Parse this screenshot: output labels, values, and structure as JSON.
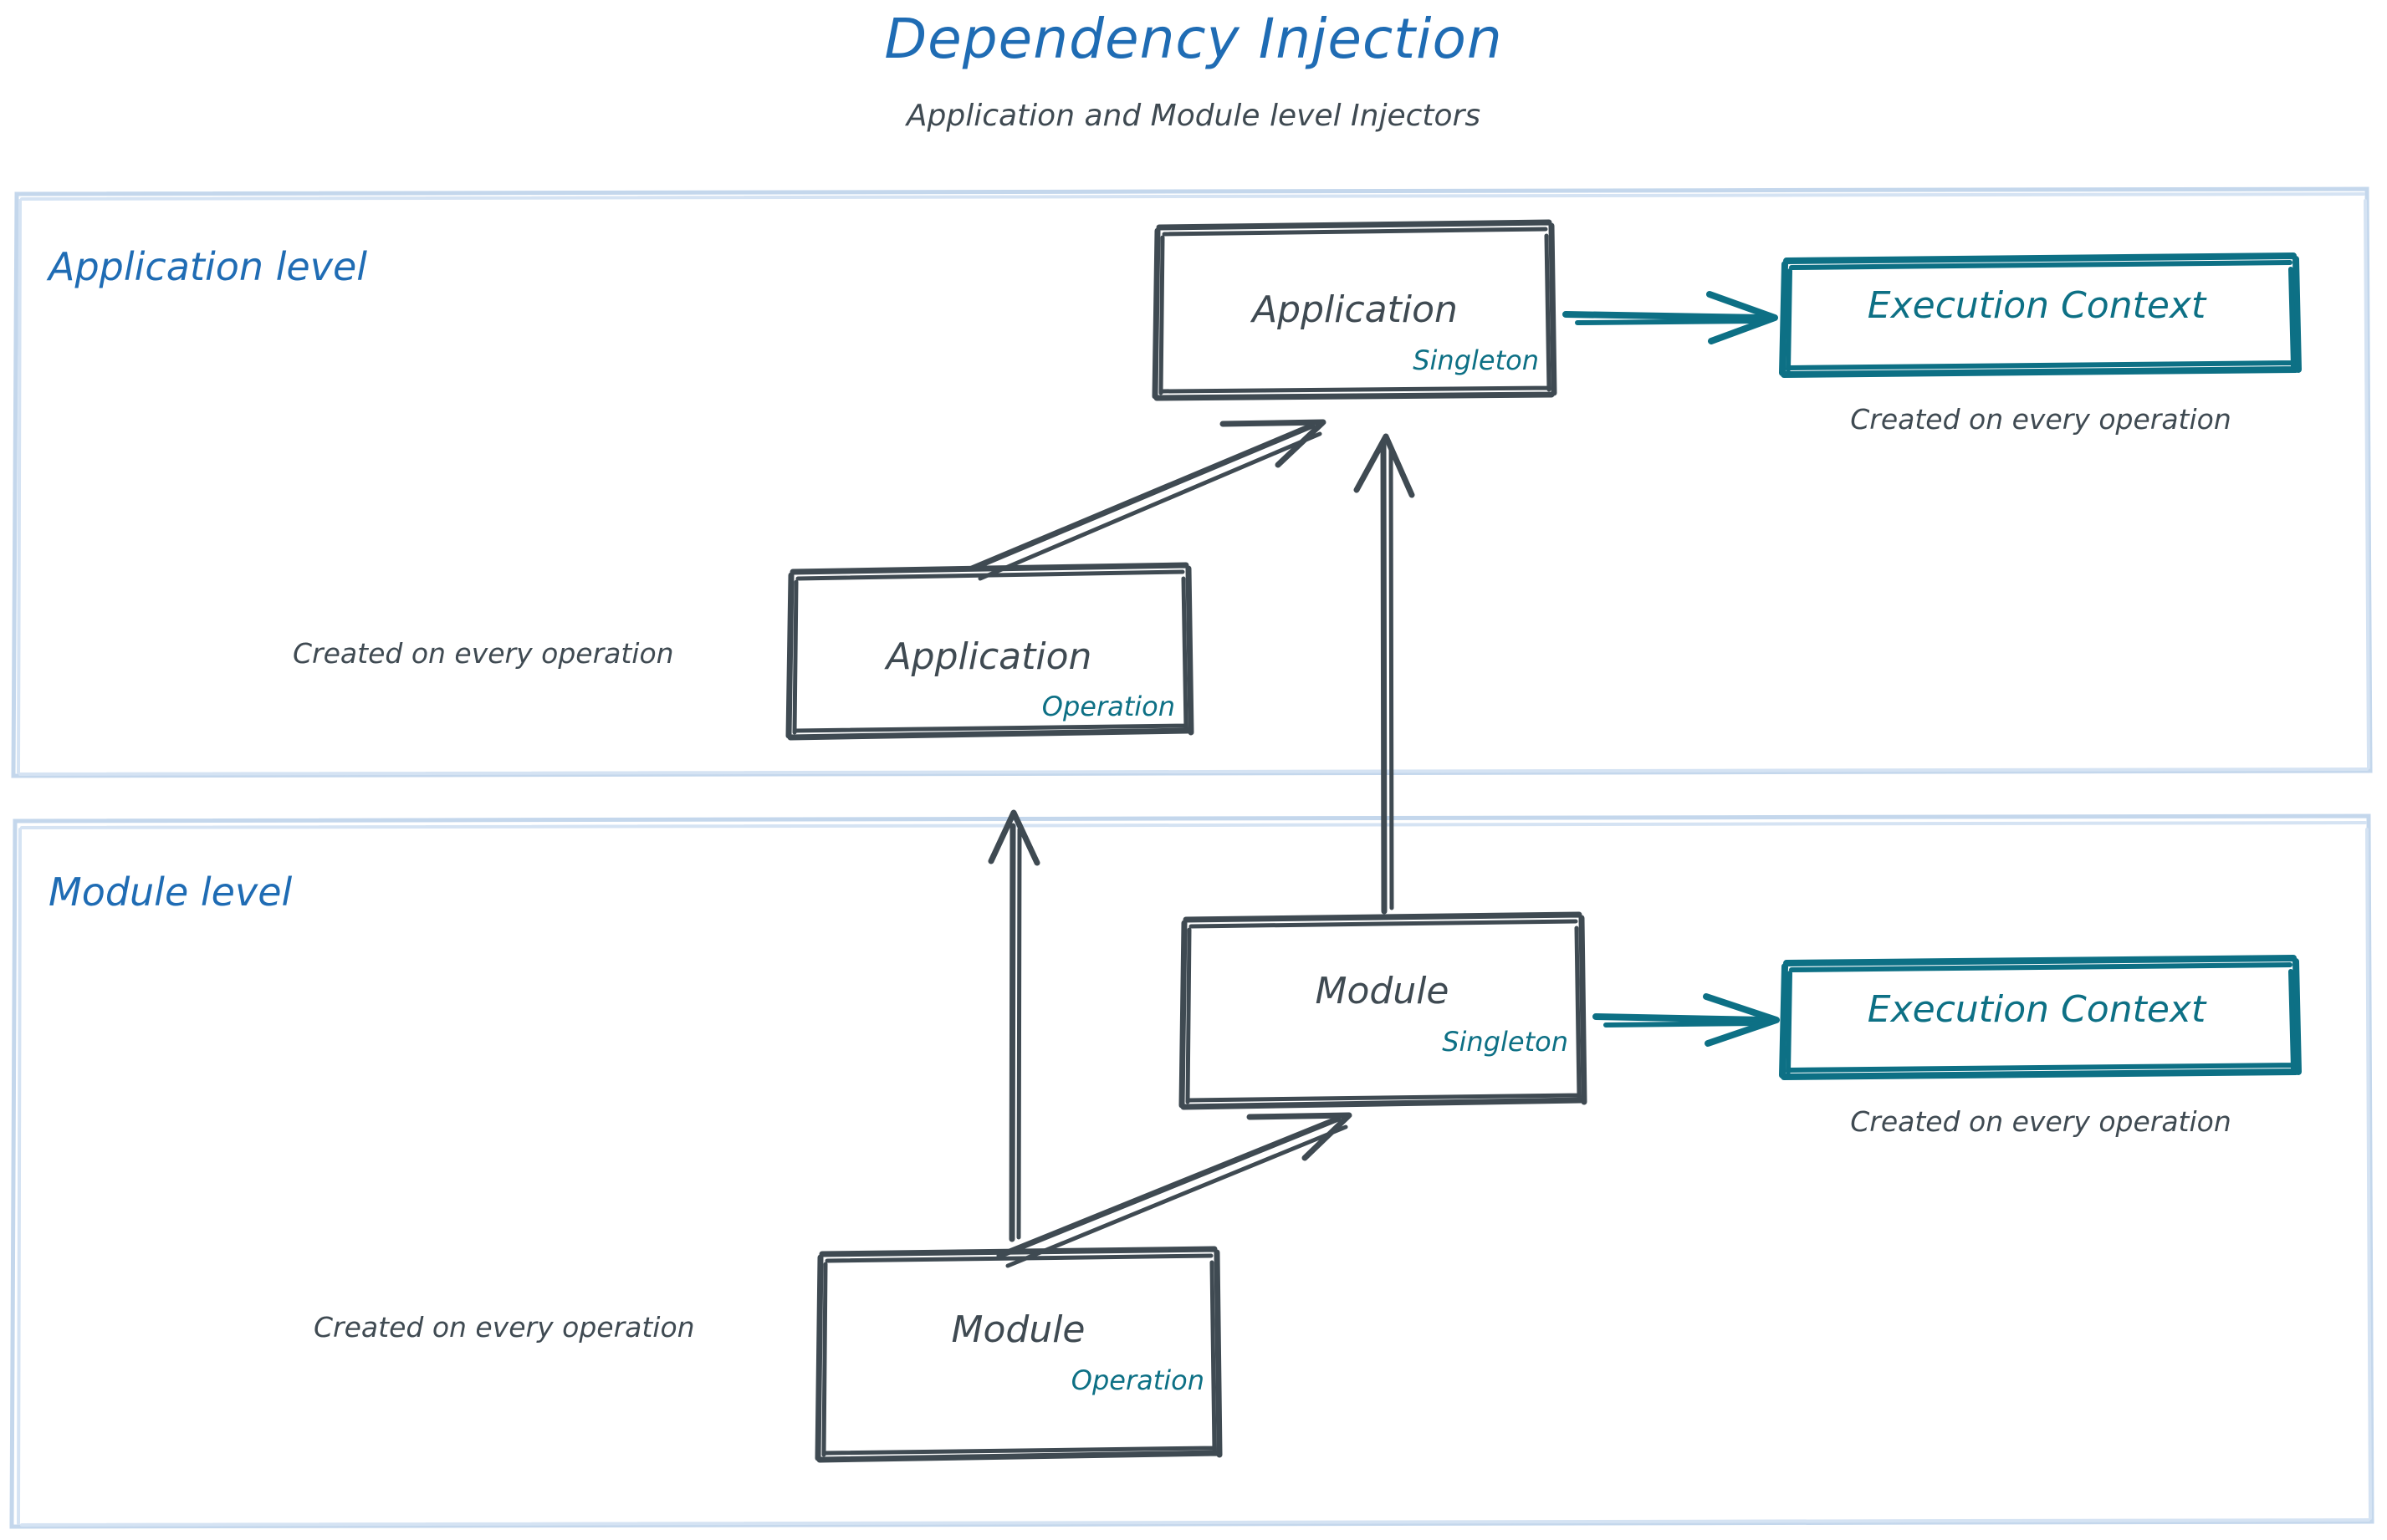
{
  "header": {
    "title": "Dependency Injection",
    "subtitle": "Application and Module level Injectors"
  },
  "colors": {
    "title_blue": "#1f6cb4",
    "ink_dark": "#3f4a52",
    "teal": "#0d7085",
    "container_border": "#c4d7ec"
  },
  "sections": [
    {
      "id": "application-level",
      "label": "Application level",
      "boxes": [
        {
          "id": "application-singleton",
          "title": "Application",
          "scope": "Singleton"
        },
        {
          "id": "application-operation",
          "title": "Application",
          "scope": "Operation",
          "caption": "Created on every operation"
        }
      ],
      "execution_context": {
        "title": "Execution Context",
        "caption": "Created on every operation"
      }
    },
    {
      "id": "module-level",
      "label": "Module level",
      "boxes": [
        {
          "id": "module-singleton",
          "title": "Module",
          "scope": "Singleton"
        },
        {
          "id": "module-operation",
          "title": "Module",
          "scope": "Operation",
          "caption": "Created on every operation"
        }
      ],
      "execution_context": {
        "title": "Execution Context",
        "caption": "Created on every operation"
      }
    }
  ],
  "arrows": [
    {
      "id": "app-singleton-to-execution-context",
      "from": "application-singleton",
      "to": "application-execution-context",
      "color": "#0d7085"
    },
    {
      "id": "app-operation-to-app-singleton",
      "from": "application-operation",
      "to": "application-singleton",
      "color": "#3f4a52"
    },
    {
      "id": "module-singleton-to-app-singleton",
      "from": "module-singleton",
      "to": "application-singleton",
      "color": "#3f4a52"
    },
    {
      "id": "module-singleton-to-execution-context",
      "from": "module-singleton",
      "to": "module-execution-context",
      "color": "#0d7085"
    },
    {
      "id": "module-operation-to-module-singleton",
      "from": "module-operation",
      "to": "module-singleton",
      "color": "#3f4a52"
    },
    {
      "id": "module-operation-to-app-operation",
      "from": "module-operation",
      "to": "application-operation",
      "color": "#3f4a52"
    }
  ]
}
